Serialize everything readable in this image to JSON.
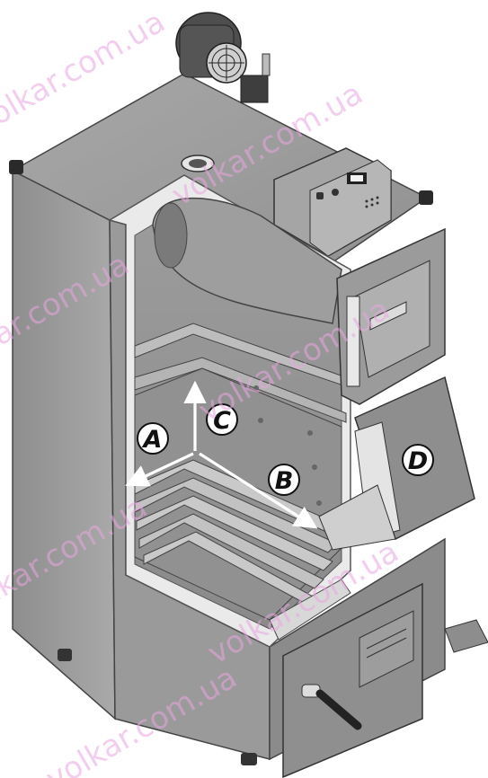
{
  "labels": {
    "a": "A",
    "b": "B",
    "c": "C",
    "d": "D"
  },
  "watermark": {
    "text_1": "volkar.com.ua",
    "text_2": "volkar.com.ua",
    "text_3": "volkar.com.ua",
    "text_4": "volkar.com.ua",
    "text_5": "volkar.com.ua",
    "text_6": "volkar.com.ua",
    "text_7": "volkar.com.ua"
  },
  "colors": {
    "body_light": "#a7a7a7",
    "body_mid": "#8c8c8c",
    "body_dark": "#6e6e6e",
    "interior": "#9a9a9a",
    "insulation": "#ebebeb",
    "arrow": "#ffffff",
    "label_fill": "#ffffff",
    "watermark": "#e9a6e0"
  }
}
